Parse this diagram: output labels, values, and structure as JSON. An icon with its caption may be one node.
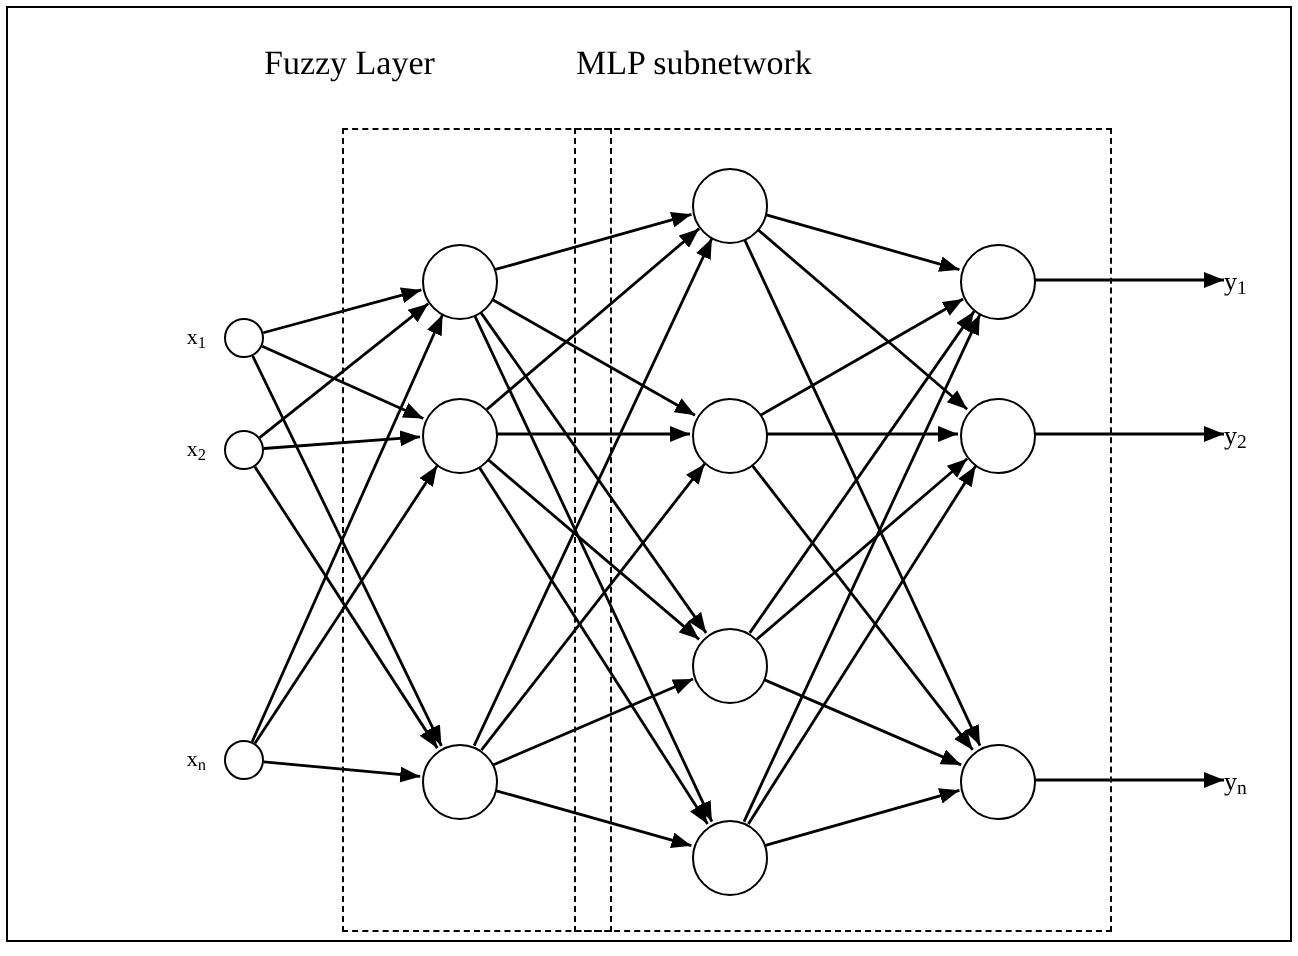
{
  "diagram": {
    "nodes": [
      {
        "text": [
          "Fuzzy Layer"
        ]
      },
      {
        "text": [
          "MLP subnetwork"
        ]
      },
      {
        "text": [],
        "shape": "circle",
        "beside": [
          "x$_{1}$"
        ]
      },
      {
        "text": [],
        "shape": "circle",
        "beside": [
          "x$_{2}$"
        ]
      },
      {
        "text": [],
        "shape": "circle",
        "beside": [
          "x$_{n}$"
        ]
      },
      {
        "text": [],
        "shape": "circle",
        "in": 0
      },
      {
        "text": [],
        "shape": "circle",
        "in": 0
      },
      {
        "text": [],
        "shape": "circle",
        "in": 0
      },
      {
        "text": [],
        "shape": "circle",
        "in": 1
      },
      {
        "text": [],
        "shape": "circle",
        "in": 1
      },
      {
        "text": [],
        "shape": "circle",
        "in": 1
      },
      {
        "text": [],
        "shape": "circle",
        "in": 1
      },
      {
        "text": [],
        "shape": "circle",
        "in": 1
      },
      {
        "text": [],
        "shape": "circle",
        "in": 1
      },
      {
        "text": [],
        "shape": "circle",
        "in": 1
      },
      {
        "text": [
          "y$_{1}$"
        ]
      },
      {
        "text": [
          "y$_{2}$"
        ]
      },
      {
        "text": [
          "y$_{n}$"
        ]
      }
    ],
    "edges": [
      {
        "from": 2,
        "to": 5,
        "arrow": "to"
      },
      {
        "from": 2,
        "to": 6,
        "arrow": "to"
      },
      {
        "from": 2,
        "to": 7,
        "arrow": "to"
      },
      {
        "from": 3,
        "to": 5,
        "arrow": "to"
      },
      {
        "from": 3,
        "to": 6,
        "arrow": "to"
      },
      {
        "from": 3,
        "to": 7,
        "arrow": "to"
      },
      {
        "from": 4,
        "to": 5,
        "arrow": "to"
      },
      {
        "from": 4,
        "to": 6,
        "arrow": "to"
      },
      {
        "from": 4,
        "to": 7,
        "arrow": "to"
      },
      {
        "from": 5,
        "to": 8,
        "arrow": "to"
      },
      {
        "from": 5,
        "to": 9,
        "arrow": "to"
      },
      {
        "from": 5,
        "to": 10,
        "arrow": "to"
      },
      {
        "from": 5,
        "to": 11,
        "arrow": "to"
      },
      {
        "from": 6,
        "to": 8,
        "arrow": "to"
      },
      {
        "from": 6,
        "to": 9,
        "arrow": "to"
      },
      {
        "from": 6,
        "to": 10,
        "arrow": "to"
      },
      {
        "from": 6,
        "to": 11,
        "arrow": "to"
      },
      {
        "from": 7,
        "to": 8,
        "arrow": "to"
      },
      {
        "from": 7,
        "to": 9,
        "arrow": "to"
      },
      {
        "from": 7,
        "to": 10,
        "arrow": "to"
      },
      {
        "from": 7,
        "to": 11,
        "arrow": "to"
      },
      {
        "from": 8,
        "to": 12,
        "arrow": "to"
      },
      {
        "from": 8,
        "to": 13,
        "arrow": "to"
      },
      {
        "from": 8,
        "to": 14,
        "arrow": "to"
      },
      {
        "from": 9,
        "to": 12,
        "arrow": "to"
      },
      {
        "from": 9,
        "to": 13,
        "arrow": "to"
      },
      {
        "from": 9,
        "to": 14,
        "arrow": "to"
      },
      {
        "from": 10,
        "to": 12,
        "arrow": "to"
      },
      {
        "from": 10,
        "to": 13,
        "arrow": "to"
      },
      {
        "from": 10,
        "to": 14,
        "arrow": "to"
      },
      {
        "from": 11,
        "to": 12,
        "arrow": "to"
      },
      {
        "from": 11,
        "to": 13,
        "arrow": "to"
      },
      {
        "from": 11,
        "to": 14,
        "arrow": "to"
      },
      {
        "from": 12,
        "to": 15,
        "arrow": "to"
      },
      {
        "from": 13,
        "to": 16,
        "arrow": "to"
      },
      {
        "from": 14,
        "to": 17,
        "arrow": "to"
      }
    ]
  }
}
